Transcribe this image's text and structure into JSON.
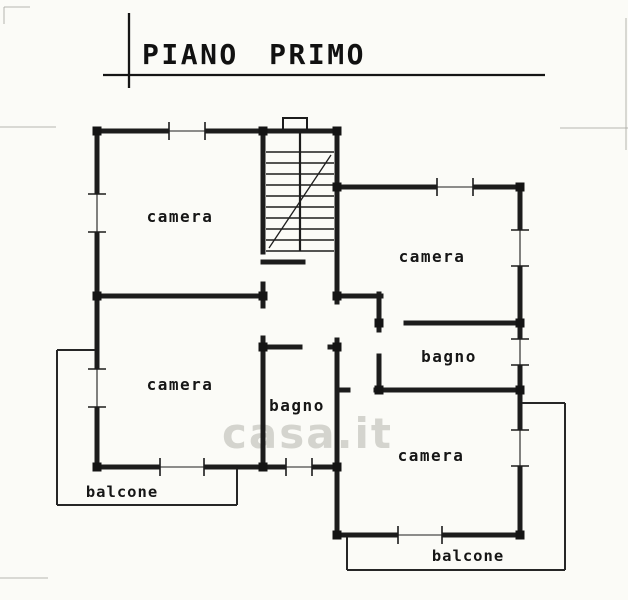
{
  "plan": {
    "title": "PIANO PRIMO",
    "watermark": "casa.it"
  },
  "rooms": {
    "camera_top_left": {
      "label": "camera"
    },
    "camera_right": {
      "label": "camera"
    },
    "camera_bottom_left": {
      "label": "camera"
    },
    "bagno_right": {
      "label": "bagno"
    },
    "bagno_middle": {
      "label": "bagno"
    },
    "camera_bottom_right": {
      "label": "camera"
    },
    "balcone_left": {
      "label": "balcone"
    },
    "balcone_right": {
      "label": "balcone"
    }
  },
  "colors": {
    "ink": "#1c1c1c",
    "paper": "#fbfbf7",
    "watermark": "#cbcbc4"
  }
}
